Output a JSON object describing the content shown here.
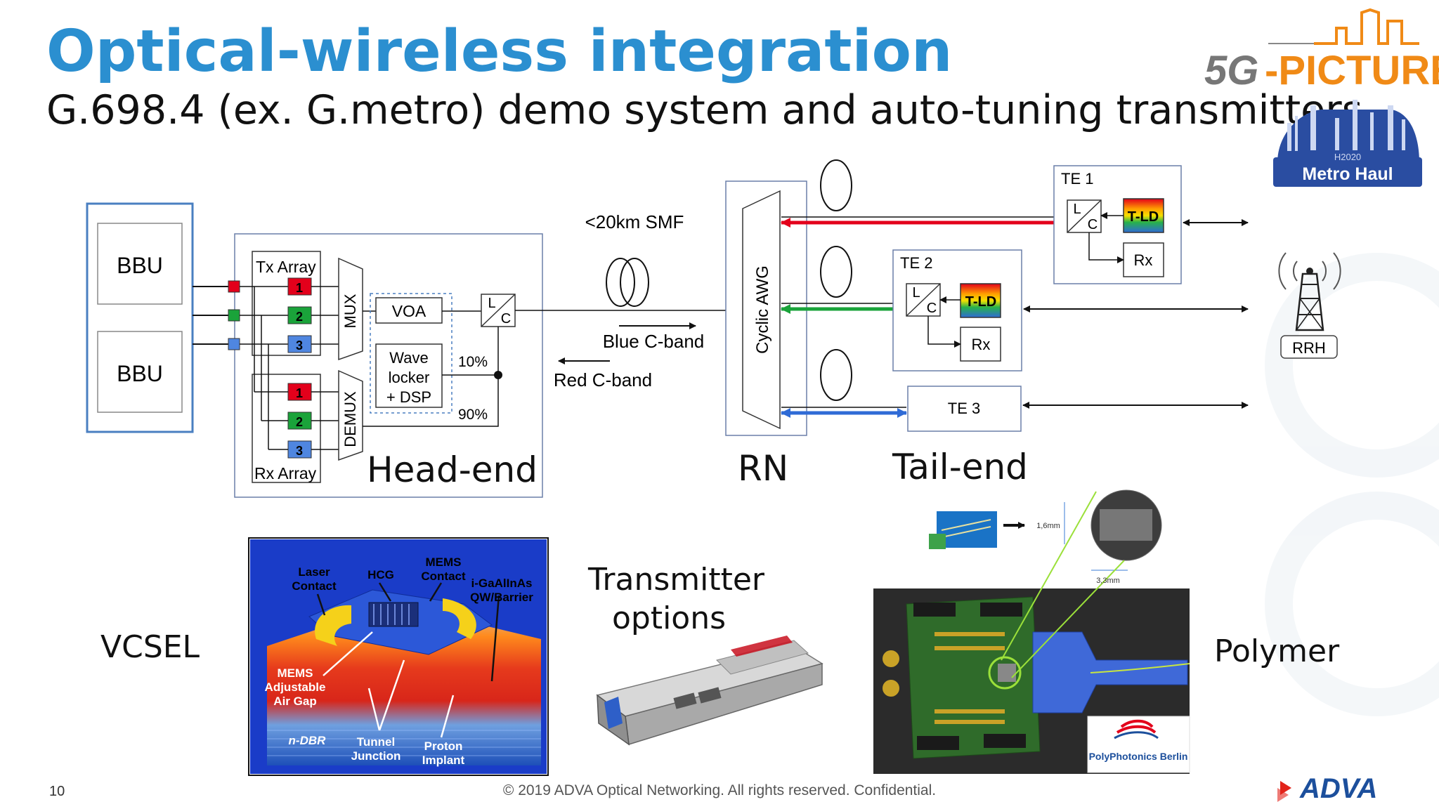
{
  "title": "Optical-wireless integration",
  "subtitle": "G.698.4 (ex. G.metro) demo system and auto-tuning transmitters",
  "logos": {
    "fivegpicture": {
      "part1": "5G",
      "part2": "-PICTURE"
    },
    "metrohaul": "Metro Haul",
    "metrohaul_small": "H2020",
    "adva": "ADVA",
    "polyphotonics": "PolyPhotonics Berlin"
  },
  "headend": {
    "bbu1": "BBU",
    "bbu2": "BBU",
    "tx_array": "Tx Array",
    "rx_array": "Rx Array",
    "ch1": "1",
    "ch2": "2",
    "ch3": "3",
    "mux": "MUX",
    "demux": "DEMUX",
    "voa": "VOA",
    "wave_locker_l1": "Wave",
    "wave_locker_l2": "locker",
    "wave_locker_l3": "+ DSP",
    "lc_l": "L",
    "lc_c": "C",
    "pct10": "10%",
    "pct90": "90%",
    "label": "Head-end"
  },
  "link": {
    "smf": "<20km SMF",
    "blue": "Blue C-band",
    "red": "Red C-band"
  },
  "rn": {
    "awg": "Cyclic AWG",
    "label": "RN"
  },
  "tailend": {
    "te1": "TE 1",
    "te2": "TE 2",
    "te3": "TE 3",
    "tld": "T-LD",
    "rx": "Rx",
    "label": "Tail-end",
    "rrh": "RRH"
  },
  "transmitter_options": {
    "vcsel": "VCSEL",
    "options_l1": "Transmitter",
    "options_l2": "options",
    "polymer": "Polymer",
    "vcsel_labels": {
      "laser_contact_1": "Laser",
      "laser_contact_2": "Contact",
      "hcg": "HCG",
      "mems_contact_1": "MEMS",
      "mems_contact_2": "Contact",
      "qw_1": "i-GaAlInAs",
      "qw_2": "QW/Barrier",
      "mems_gap_1": "MEMS",
      "mems_gap_2": "Adjustable",
      "mems_gap_3": "Air Gap",
      "ndbr": "n-DBR",
      "tunnel_1": "Tunnel",
      "tunnel_2": "Junction",
      "proton_1": "Proton",
      "proton_2": "Implant"
    },
    "polymer_dims": {
      "d1": "1,6mm",
      "d2": "3,3mm"
    }
  },
  "footer": {
    "page": "10",
    "copyright": "© 2019 ADVA Optical Networking. All rights reserved. Confidential."
  },
  "colors": {
    "title": "#2b8fd0",
    "red": "#e3001b",
    "green": "#1aa33a",
    "blue": "#2f6bd6",
    "bbu_border": "#4a7fc1",
    "adva_blue": "#1c4f9c",
    "adva_red": "#e2231a"
  }
}
